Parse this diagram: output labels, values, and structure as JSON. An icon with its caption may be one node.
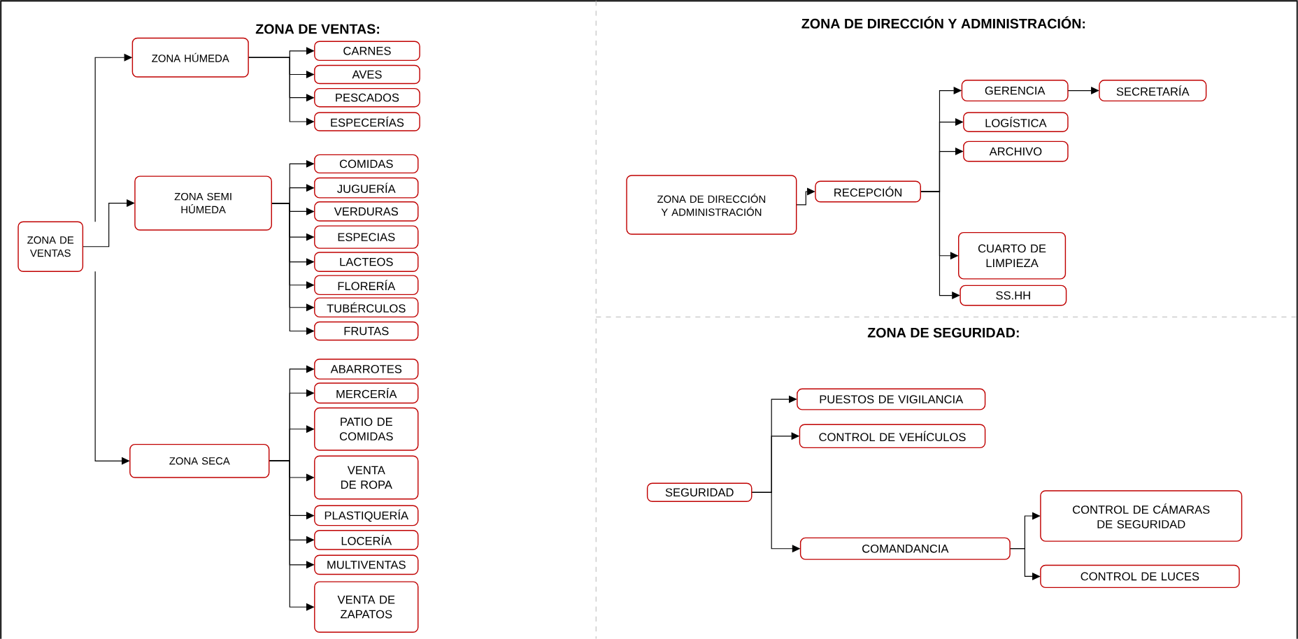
{
  "diagram": {
    "nodes": [
      {
        "text": [
          "ZONA DE VENTAS"
        ]
      },
      {
        "text": [
          "ZONA HÚMEDA"
        ]
      },
      {
        "text": [
          "ZONA SEMI HÚMEDA"
        ]
      },
      {
        "text": [
          "ZONA SECA"
        ]
      },
      {
        "text": [
          "CARNES"
        ]
      },
      {
        "text": [
          "AVES"
        ]
      },
      {
        "text": [
          "PESCADOS"
        ]
      },
      {
        "text": [
          "ESPECERÍAS"
        ]
      },
      {
        "text": [
          "COMIDAS"
        ]
      },
      {
        "text": [
          "JUGUERÍA"
        ]
      },
      {
        "text": [
          "VERDURAS"
        ]
      },
      {
        "text": [
          "ESPECIAS"
        ]
      },
      {
        "text": [
          "LACTEOS"
        ]
      },
      {
        "text": [
          "FLORERÍA"
        ]
      },
      {
        "text": [
          "TUBÉRCULOS"
        ]
      },
      {
        "text": [
          "FRUTAS"
        ]
      },
      {
        "text": [
          "ABARROTES"
        ]
      },
      {
        "text": [
          "MERCERÍA"
        ]
      },
      {
        "text": [
          "PATIO DE COMIDAS"
        ]
      },
      {
        "text": [
          "VENTA DE ROPA"
        ]
      },
      {
        "text": [
          "PLASTIQUERÍA"
        ]
      },
      {
        "text": [
          "LOCERÍA"
        ]
      },
      {
        "text": [
          "MULTIVENTAS"
        ]
      },
      {
        "text": [
          "VENTA DE ZAPATOS"
        ]
      },
      {
        "text": [
          "ZONA DE DIRECCIÓN Y ADMINISTRACIÓN"
        ]
      },
      {
        "text": [
          "RECEPCIÓN"
        ]
      },
      {
        "text": [
          "GERENCIA"
        ]
      },
      {
        "text": [
          "SECRETARÍA"
        ]
      },
      {
        "text": [
          "LOGÍSTICA"
        ]
      },
      {
        "text": [
          "ARCHIVO"
        ]
      },
      {
        "text": [
          "CUARTO DE LIMPIEZA"
        ]
      },
      {
        "text": [
          "SS.HH"
        ]
      },
      {
        "text": [
          "SEGURIDAD"
        ]
      },
      {
        "text": [
          "PUESTOS DE VIGILANCIA"
        ]
      },
      {
        "text": [
          "CONTROL DE VEHÍCULOS"
        ]
      },
      {
        "text": [
          "COMANDANCIA"
        ]
      },
      {
        "text": [
          "CONTROL DE CÁMARAS DE SEGURIDAD"
        ]
      },
      {
        "text": [
          "CONTROL DE LUCES"
        ]
      }
    ],
    "edges": [
      {
        "from": 0,
        "to": 1,
        "arrow": "to"
      },
      {
        "from": 0,
        "to": 2,
        "arrow": "to"
      },
      {
        "from": 0,
        "to": 3,
        "arrow": "to"
      },
      {
        "from": 1,
        "to": 4,
        "arrow": "to"
      },
      {
        "from": 1,
        "to": 5,
        "arrow": "to"
      },
      {
        "from": 1,
        "to": 6,
        "arrow": "to"
      },
      {
        "from": 1,
        "to": 7,
        "arrow": "to"
      },
      {
        "from": 2,
        "to": 8,
        "arrow": "to"
      },
      {
        "from": 2,
        "to": 9,
        "arrow": "to"
      },
      {
        "from": 2,
        "to": 10,
        "arrow": "to"
      },
      {
        "from": 2,
        "to": 11,
        "arrow": "to"
      },
      {
        "from": 2,
        "to": 12,
        "arrow": "to"
      },
      {
        "from": 2,
        "to": 13,
        "arrow": "to"
      },
      {
        "from": 2,
        "to": 14,
        "arrow": "to"
      },
      {
        "from": 2,
        "to": 15,
        "arrow": "to"
      },
      {
        "from": 3,
        "to": 16,
        "arrow": "to"
      },
      {
        "from": 3,
        "to": 17,
        "arrow": "to"
      },
      {
        "from": 3,
        "to": 18,
        "arrow": "to"
      },
      {
        "from": 3,
        "to": 19,
        "arrow": "to"
      },
      {
        "from": 3,
        "to": 20,
        "arrow": "to"
      },
      {
        "from": 3,
        "to": 21,
        "arrow": "to"
      },
      {
        "from": 3,
        "to": 22,
        "arrow": "to"
      },
      {
        "from": 3,
        "to": 23,
        "arrow": "to"
      },
      {
        "from": 24,
        "to": 25,
        "arrow": "to"
      },
      {
        "from": 25,
        "to": 26,
        "arrow": "to"
      },
      {
        "from": 26,
        "to": 27,
        "arrow": "to"
      },
      {
        "from": 25,
        "to": 28,
        "arrow": "to"
      },
      {
        "from": 25,
        "to": 29,
        "arrow": "to"
      },
      {
        "from": 25,
        "to": 30,
        "arrow": "to"
      },
      {
        "from": 25,
        "to": 31,
        "arrow": "to"
      },
      {
        "from": 32,
        "to": 33,
        "arrow": "to"
      },
      {
        "from": 32,
        "to": 34,
        "arrow": "to"
      },
      {
        "from": 32,
        "to": 35,
        "arrow": "to"
      },
      {
        "from": 35,
        "to": 36,
        "arrow": "to"
      },
      {
        "from": 35,
        "to": 37,
        "arrow": "to"
      }
    ],
    "labels": [
      "ZONA DE VENTAS:",
      "ZONA DE DIRECCIÓN Y ADMINISTRACIÓN:",
      "ZONA DE SEGURIDAD:"
    ]
  }
}
